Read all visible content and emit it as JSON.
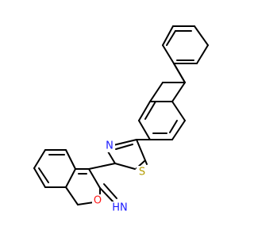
{
  "atoms": {
    "n_thiazole": {
      "label": "N",
      "color": "#1a1aff"
    },
    "s_thiazole": {
      "label": "S",
      "color": "#b39b00"
    },
    "o_pyran": {
      "label": "O",
      "color": "#ff1a1a"
    },
    "imine": {
      "label": "HN",
      "color": "#1a1aff"
    }
  },
  "colors": {
    "bond": "#000000",
    "background": "#ffffff"
  }
}
